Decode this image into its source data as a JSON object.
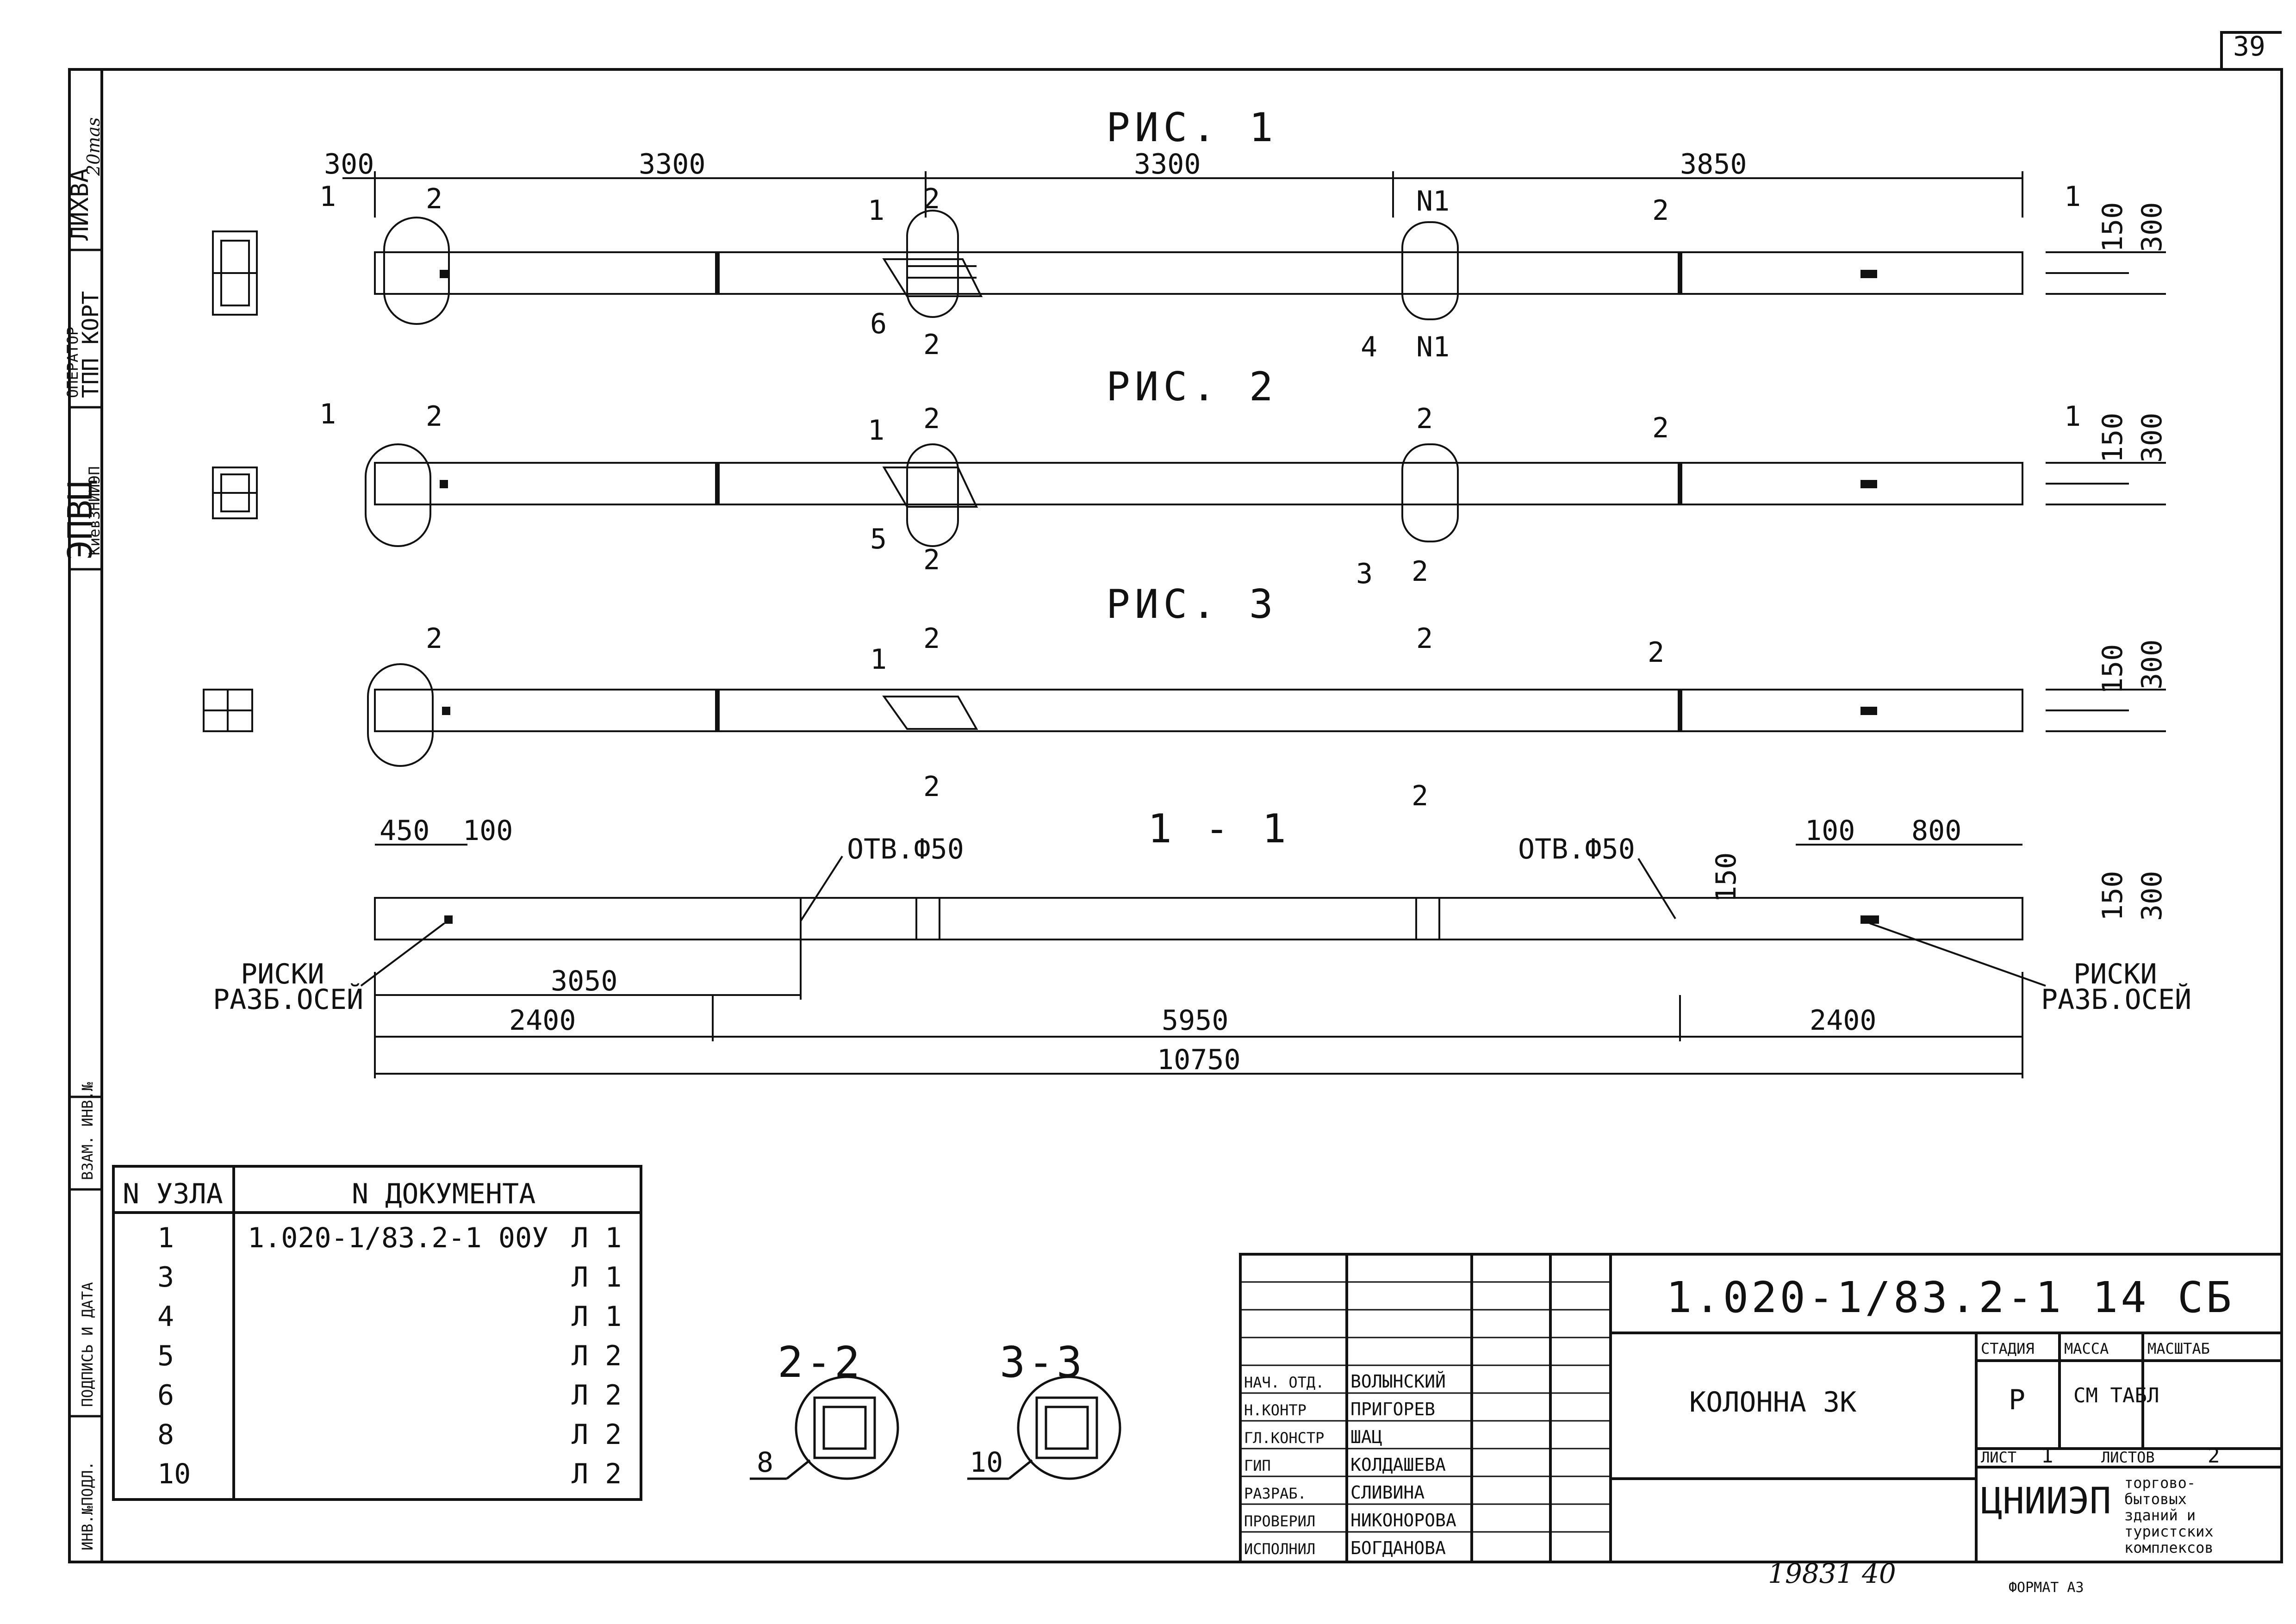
{
  "sheet_number": "39",
  "left_stamp": {
    "org": "ЭПВЦ",
    "org_sub": "КиевЗНИИЭП",
    "operator_label": "ОПЕРАТОР",
    "operator_value": "ТПП КОРТ",
    "person": "ЛИХВА",
    "person_note": "20mas"
  },
  "left_columns": [
    "ИНВ.№ПОДЛ.",
    "ПОДПИСЬ И ДАТА",
    "ВЗАМ. ИНВ.№"
  ],
  "figures": [
    {
      "title": "РИС. 1",
      "top_dims": [
        "300",
        "3300",
        "3300",
        "3850"
      ],
      "labels": [
        "1",
        "2",
        "2",
        "1",
        "6",
        "2",
        "N1",
        "N1",
        "4",
        "2",
        "1"
      ]
    },
    {
      "title": "РИС. 2",
      "labels": [
        "1",
        "2",
        "2",
        "1",
        "5",
        "2",
        "2",
        "3",
        "2",
        "2",
        "1"
      ]
    },
    {
      "title": "РИС. 3",
      "labels": [
        "2",
        "2",
        "1",
        "2",
        "2",
        "2",
        "2"
      ]
    }
  ],
  "right_dims": [
    "150",
    "300"
  ],
  "section_1_1": {
    "title": "1 - 1",
    "hole_label": "ОТВ.Ф50",
    "dims_top_left": [
      "450",
      "100"
    ],
    "dims_top_right": [
      "100",
      "800"
    ],
    "dim_150": "150",
    "dim_3050": "3050",
    "dims_bottom": [
      "2400",
      "5950",
      "2400"
    ],
    "total": "10750",
    "riski_1": "РИСКИ",
    "riski_2": "РАЗБ.ОСЕЙ"
  },
  "nodes_table": {
    "col1": "N УЗЛА",
    "col2": "N ДОКУМЕНТА",
    "rows": [
      {
        "node": "1",
        "doc": "1.020-1/83.2-1 00У",
        "sheet": "Л 1"
      },
      {
        "node": "3",
        "doc": "",
        "sheet": "Л 1"
      },
      {
        "node": "4",
        "doc": "",
        "sheet": "Л 1"
      },
      {
        "node": "5",
        "doc": "",
        "sheet": "Л 2"
      },
      {
        "node": "6",
        "doc": "",
        "sheet": "Л 2"
      },
      {
        "node": "8",
        "doc": "",
        "sheet": "Л 2"
      },
      {
        "node": "10",
        "doc": "",
        "sheet": "Л 2"
      }
    ]
  },
  "sections": [
    {
      "title": "2-2",
      "node": "8"
    },
    {
      "title": "3-3",
      "node": "10"
    }
  ],
  "title_block": {
    "code": "1.020-1/83.2-1 14 СБ",
    "name": "КОЛОННА 3К",
    "stage_h": "СТАДИЯ",
    "mass_h": "МАССА",
    "scale_h": "МАСШТАБ",
    "stage": "Р",
    "mass": "СМ ТАБЛ",
    "sheet_h": "ЛИСТ",
    "sheet": "1",
    "sheets_h": "ЛИСТОВ",
    "sheets": "2",
    "org": "ЦНИИЭП",
    "org_desc": [
      "торгово-",
      "бытовых",
      "зданий и",
      "туристских",
      "комплексов"
    ],
    "roles": [
      {
        "role": "НАЧ. ОТД.",
        "name": "ВОЛЫНСКИЙ"
      },
      {
        "role": "Н.КОНТР",
        "name": "ПРИГОРЕВ"
      },
      {
        "role": "ГЛ.КОНСТР",
        "name": "ШАЦ"
      },
      {
        "role": "ГИП",
        "name": "КОЛДАШЕВА"
      },
      {
        "role": "РАЗРАБ.",
        "name": "СЛИВИНА"
      },
      {
        "role": "ПРОВЕРИЛ",
        "name": "НИКОНОРОВА"
      },
      {
        "role": "ИСПОЛНИЛ",
        "name": "БОГДАНОВА"
      }
    ]
  },
  "footer_number": "19831 40",
  "format": "ФОРМАТ А3"
}
